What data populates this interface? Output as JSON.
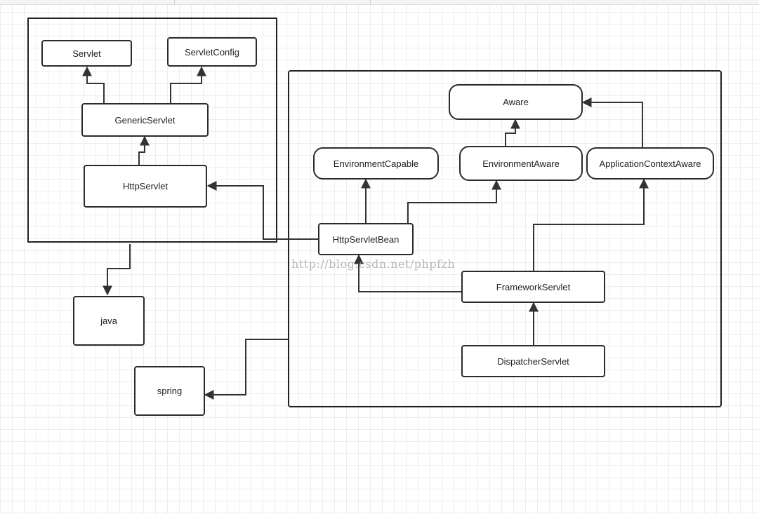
{
  "nodes": {
    "servlet": "Servlet",
    "servlet_config": "ServletConfig",
    "generic_servlet": "GenericServlet",
    "http_servlet": "HttpServlet",
    "java": "java",
    "spring": "spring",
    "aware": "Aware",
    "environment_capable": "EnvironmentCapable",
    "environment_aware": "EnvironmentAware",
    "application_context_aware": "ApplicationContextAware",
    "http_servlet_bean": "HttpServletBean",
    "framework_servlet": "FrameworkServlet",
    "dispatcher_servlet": "DispatcherServlet"
  },
  "watermark": "http://blog.csdn.net/phpfzh",
  "colors": {
    "line": "#333333",
    "border": "#2b2b2b",
    "grid": "#ededed"
  }
}
